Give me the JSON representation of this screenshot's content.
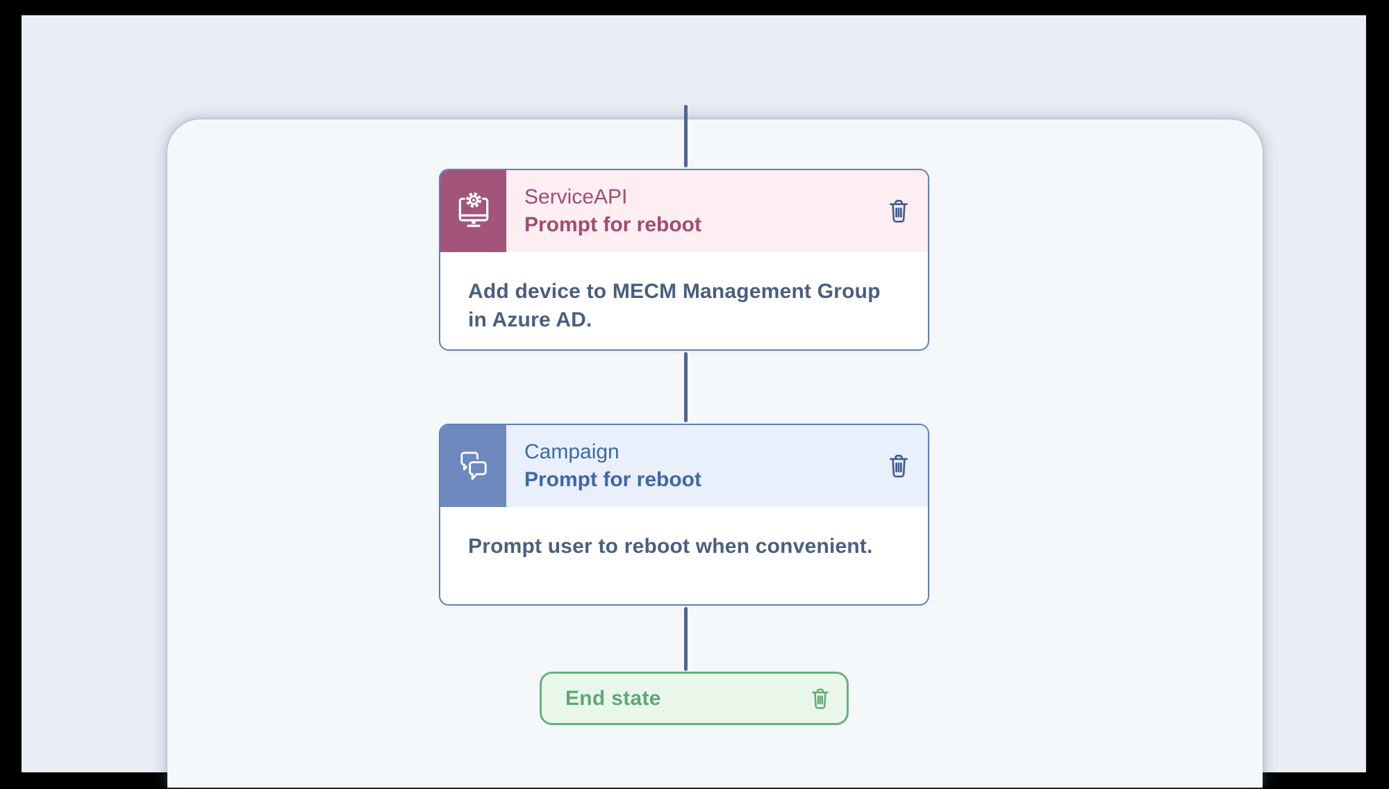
{
  "colors": {
    "letterbox": "#000000",
    "background": "#e9eef5",
    "panel_background": "#f5f8fb",
    "connector": "#50658a",
    "card_border": "#5f80b4",
    "serviceapi_accent": "#a2547b",
    "serviceapi_header_bg": "#fdeef1",
    "serviceapi_text": "#a24b73",
    "campaign_accent": "#6e89bd",
    "campaign_header_bg": "#e9f0fb",
    "campaign_text": "#3e68a8",
    "description_text": "#4a5e80",
    "trash_icon_blue": "#3f5e8c",
    "end_state_text": "#5fa873",
    "end_state_bg": "#e9f7eb",
    "end_state_border": "#69ae7d"
  },
  "flow": {
    "nodes": [
      {
        "type_label": "ServiceAPI",
        "subtitle": "Prompt for reboot",
        "description": "Add device to MECM Management Group in Azure AD.",
        "icon": "monitor-gear-icon",
        "delete_icon": "trash-icon"
      },
      {
        "type_label": "Campaign",
        "subtitle": "Prompt for reboot",
        "description": "Prompt user to reboot when convenient.",
        "icon": "chat-bubbles-icon",
        "delete_icon": "trash-icon"
      }
    ],
    "end_state": {
      "label": "End state",
      "delete_icon": "trash-icon"
    }
  }
}
